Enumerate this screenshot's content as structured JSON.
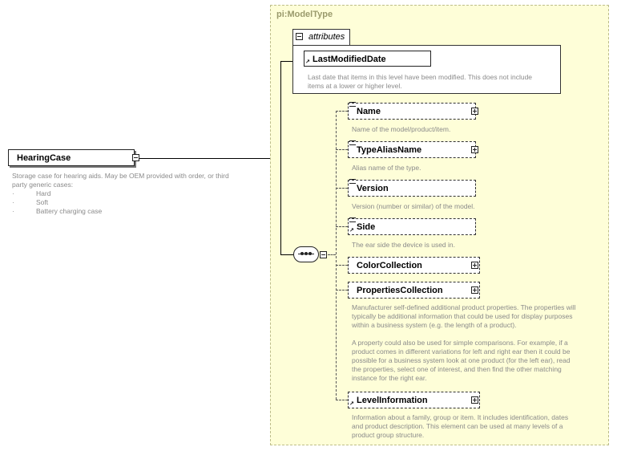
{
  "root": {
    "name": "HearingCase",
    "description": [
      "Storage case for hearing aids.  May be OEM provided with order, or third",
      "party generic cases:",
      "Hard",
      "Soft",
      "Battery charging case"
    ]
  },
  "type_name": "pi:ModelType",
  "attributes": {
    "label": "attributes",
    "attribute_name": "LastModifiedDate",
    "attribute_description": [
      "Last date that items in this level have been modified. This does not include",
      "items at a lower or higher level."
    ]
  },
  "elements": [
    {
      "name": "Name",
      "description": [
        "Name of the model/product/item."
      ]
    },
    {
      "name": "TypeAliasName",
      "description": [
        "Alias name of the type."
      ]
    },
    {
      "name": "Version",
      "description": [
        "Version (number or similar) of the model."
      ]
    },
    {
      "name": "Side",
      "description": [
        "The ear side the device is used in."
      ]
    },
    {
      "name": "ColorCollection",
      "description": []
    },
    {
      "name": "PropertiesCollection",
      "description": [
        "Manufacturer self-defined additional product properties.  The properties will",
        "typically be additional information that could be used for display purposes",
        "within a business system (e.g. the length of a product).",
        "",
        "A property could also be used for simple comparisons.  For example, if a",
        "product comes in different variations for left and right ear then it could be",
        "possible for a business system look at one product (for the left ear), read",
        "the properties, select one of interest, and then find the other matching",
        "instance for the right ear."
      ]
    },
    {
      "name": "LevelInformation",
      "description": [
        "Information about a family, group or item. It includes identification, dates",
        "and product description. This element can be used at many levels of a",
        "product group structure."
      ]
    }
  ],
  "icons": {
    "expand": "plus-icon",
    "collapse": "minus-icon",
    "reference": "reference-arrow-icon",
    "multi": "multi-line-icon",
    "sequence": "sequence-compositor-icon"
  }
}
